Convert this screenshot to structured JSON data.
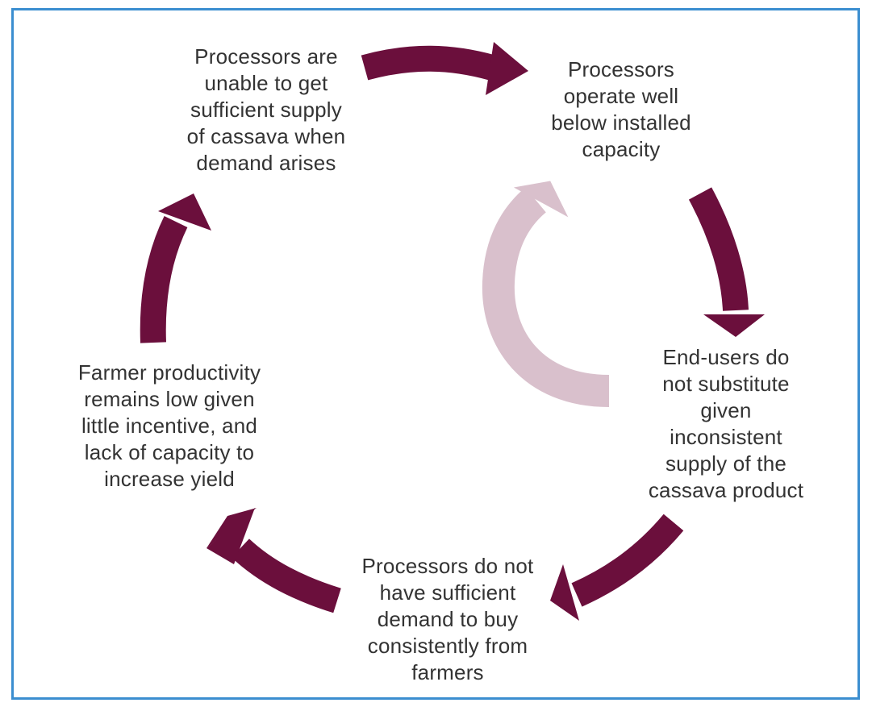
{
  "colors": {
    "arrow": "#6b0f3c",
    "inner_arrow": "#d9c0cc",
    "frame": "#3b8ed0",
    "text": "#333333"
  },
  "nodes": {
    "top_left": "Processors are\nunable to get\nsufficient supply\nof cassava when\ndemand arises",
    "top_right": "Processors\noperate well\nbelow installed\ncapacity",
    "right": "End-users do\nnot substitute\ngiven\ninconsistent\nsupply of the\ncassava product",
    "bottom": "Processors do not\nhave sufficient\ndemand to buy\nconsistently from\nfarmers",
    "left": "Farmer productivity\nremains low given\nlittle incentive, and\nlack of capacity to\nincrease yield"
  }
}
